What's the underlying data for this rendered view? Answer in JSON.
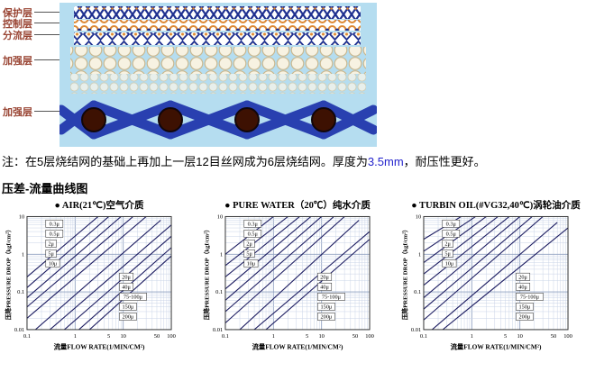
{
  "diagram": {
    "labels": [
      "保护层",
      "控制层",
      "分流层",
      "加强层",
      "加强层"
    ]
  },
  "note": {
    "prefix": "注：在5层烧结网的基础上再加上一层12目丝网成为6层烧结网。厚度为",
    "highlight": "3.5mm",
    "suffix": "，耐压性更好。"
  },
  "section_title": "压差-流量曲线图",
  "colors": {
    "note_highlight": "#2323cc",
    "layer_label": "#994433",
    "curve_line": "#1b1b60",
    "diagram_background": "#b5ddf0",
    "weave_ribbon": "#2940b0",
    "wire_circle": "#3d1102"
  },
  "chart_data": [
    {
      "type": "line",
      "title": "● AIR(21℃)空气介质",
      "xlabel": "流量FLOW RATE(1/MIN/CM²)",
      "ylabel": "压降PRESSURE DROP（kgf/cm²）",
      "xscale": "log",
      "yscale": "log",
      "xlim": [
        0.1,
        100
      ],
      "ylim": [
        0.01,
        10
      ],
      "grid": true,
      "legend_position": "inline-boxes",
      "xticks": [
        {
          "v": 0.1,
          "label": "0.1"
        },
        {
          "v": 1,
          "label": "1"
        },
        {
          "v": 5,
          "label": "5"
        },
        {
          "v": 10,
          "label": "10"
        },
        {
          "v": 50,
          "label": "50"
        },
        {
          "v": 100,
          "label": "100"
        }
      ],
      "yticks": [
        {
          "v": 10,
          "label": "10"
        },
        {
          "v": 1,
          "label": "1"
        },
        {
          "v": 0.1,
          "label": "0.1"
        },
        {
          "v": 0.01,
          "label": "0.01"
        }
      ],
      "series": [
        {
          "name": "0.3μ",
          "side": "left",
          "x": [
            0.1,
            3
          ],
          "y": [
            0.25,
            10
          ]
        },
        {
          "name": "0.5μ",
          "side": "left",
          "x": [
            0.1,
            5
          ],
          "y": [
            0.13,
            10
          ]
        },
        {
          "name": "2μ",
          "side": "left",
          "x": [
            0.1,
            9
          ],
          "y": [
            0.07,
            10
          ]
        },
        {
          "name": "5μ",
          "side": "left",
          "x": [
            0.1,
            16
          ],
          "y": [
            0.04,
            10
          ]
        },
        {
          "name": "10μ",
          "side": "left",
          "x": [
            0.1,
            30
          ],
          "y": [
            0.02,
            10
          ]
        },
        {
          "name": "20μ",
          "side": "right",
          "x": [
            0.15,
            60
          ],
          "y": [
            0.01,
            8
          ]
        },
        {
          "name": "40μ",
          "side": "right",
          "x": [
            0.3,
            100
          ],
          "y": [
            0.01,
            6
          ]
        },
        {
          "name": "75-100μ",
          "side": "right",
          "x": [
            0.6,
            100
          ],
          "y": [
            0.01,
            3
          ]
        },
        {
          "name": "150μ",
          "side": "right",
          "x": [
            1.2,
            100
          ],
          "y": [
            0.01,
            1.5
          ]
        },
        {
          "name": "200μ",
          "side": "right",
          "x": [
            2,
            100
          ],
          "y": [
            0.01,
            0.9
          ]
        }
      ]
    },
    {
      "type": "line",
      "title": "● PURE WATER（20℃）纯水介质",
      "xlabel": "流量FLOW RATE(1/MIN/CM²)",
      "ylabel": "压降PRESSURE DROP（kgf/cm²）",
      "xscale": "log",
      "yscale": "log",
      "xlim": [
        0.1,
        100
      ],
      "ylim": [
        0.01,
        10
      ],
      "grid": true,
      "legend_position": "inline-boxes",
      "xticks": [
        {
          "v": 0.1,
          "label": "0.1"
        },
        {
          "v": 1,
          "label": "1"
        },
        {
          "v": 5,
          "label": "5"
        },
        {
          "v": 10,
          "label": "10"
        },
        {
          "v": 50,
          "label": "50"
        },
        {
          "v": 100,
          "label": "100"
        }
      ],
      "yticks": [
        {
          "v": 10,
          "label": "10"
        },
        {
          "v": 1,
          "label": "1"
        },
        {
          "v": 0.1,
          "label": "0.1"
        },
        {
          "v": 0.01,
          "label": "0.01"
        }
      ],
      "series": [
        {
          "name": "0.3μ",
          "side": "left",
          "x": [
            0.1,
            1
          ],
          "y": [
            1,
            10
          ]
        },
        {
          "name": "0.5μ",
          "side": "left",
          "x": [
            0.1,
            2
          ],
          "y": [
            0.5,
            10
          ]
        },
        {
          "name": "2μ",
          "side": "left",
          "x": [
            0.1,
            3.5
          ],
          "y": [
            0.25,
            10
          ]
        },
        {
          "name": "5μ",
          "side": "left",
          "x": [
            0.1,
            6
          ],
          "y": [
            0.12,
            10
          ]
        },
        {
          "name": "10μ",
          "side": "left",
          "x": [
            0.1,
            10
          ],
          "y": [
            0.06,
            10
          ]
        },
        {
          "name": "20μ",
          "side": "right",
          "x": [
            0.1,
            18
          ],
          "y": [
            0.03,
            10
          ]
        },
        {
          "name": "40μ",
          "side": "right",
          "x": [
            0.1,
            30
          ],
          "y": [
            0.015,
            10
          ]
        },
        {
          "name": "75-100μ",
          "side": "right",
          "x": [
            0.2,
            60
          ],
          "y": [
            0.01,
            8
          ]
        },
        {
          "name": "150μ",
          "side": "right",
          "x": [
            0.4,
            100
          ],
          "y": [
            0.01,
            4
          ]
        },
        {
          "name": "200μ",
          "side": "right",
          "x": [
            0.7,
            100
          ],
          "y": [
            0.01,
            2.5
          ]
        }
      ]
    },
    {
      "type": "line",
      "title": "● TURBIN OIL(#VG32,40℃)涡轮油介质",
      "xlabel": "流量FLOW RATE(1/MIN/CM²)",
      "ylabel": "压降PRESSURE DROP（kgf/cm²）",
      "xscale": "log",
      "yscale": "log",
      "xlim": [
        0.1,
        100
      ],
      "ylim": [
        0.01,
        10
      ],
      "grid": true,
      "legend_position": "inline-boxes",
      "xticks": [
        {
          "v": 0.1,
          "label": "0.1"
        },
        {
          "v": 1,
          "label": "1"
        },
        {
          "v": 5,
          "label": "5"
        },
        {
          "v": 10,
          "label": "10"
        },
        {
          "v": 50,
          "label": "50"
        },
        {
          "v": 100,
          "label": "100"
        }
      ],
      "yticks": [
        {
          "v": 10,
          "label": "10"
        },
        {
          "v": 1,
          "label": "1"
        },
        {
          "v": 0.1,
          "label": "0.1"
        },
        {
          "v": 0.01,
          "label": "0.01"
        }
      ],
      "series": [
        {
          "name": "0.3μ",
          "side": "left",
          "x": [
            0.1,
            0.6
          ],
          "y": [
            2.5,
            10
          ]
        },
        {
          "name": "0.5μ",
          "side": "left",
          "x": [
            0.1,
            1.2
          ],
          "y": [
            1.2,
            10
          ]
        },
        {
          "name": "2μ",
          "side": "left",
          "x": [
            0.1,
            2
          ],
          "y": [
            0.6,
            10
          ]
        },
        {
          "name": "5μ",
          "side": "left",
          "x": [
            0.1,
            3.5
          ],
          "y": [
            0.3,
            10
          ]
        },
        {
          "name": "10μ",
          "side": "left",
          "x": [
            0.1,
            6
          ],
          "y": [
            0.15,
            10
          ]
        },
        {
          "name": "20μ",
          "side": "right",
          "x": [
            0.1,
            10
          ],
          "y": [
            0.07,
            10
          ]
        },
        {
          "name": "40μ",
          "side": "right",
          "x": [
            0.1,
            18
          ],
          "y": [
            0.035,
            10
          ]
        },
        {
          "name": "75-100μ",
          "side": "right",
          "x": [
            0.1,
            30
          ],
          "y": [
            0.018,
            10
          ]
        },
        {
          "name": "150μ",
          "side": "right",
          "x": [
            0.15,
            60
          ],
          "y": [
            0.01,
            7
          ]
        },
        {
          "name": "200μ",
          "side": "right",
          "x": [
            0.25,
            100
          ],
          "y": [
            0.01,
            5
          ]
        }
      ]
    }
  ]
}
